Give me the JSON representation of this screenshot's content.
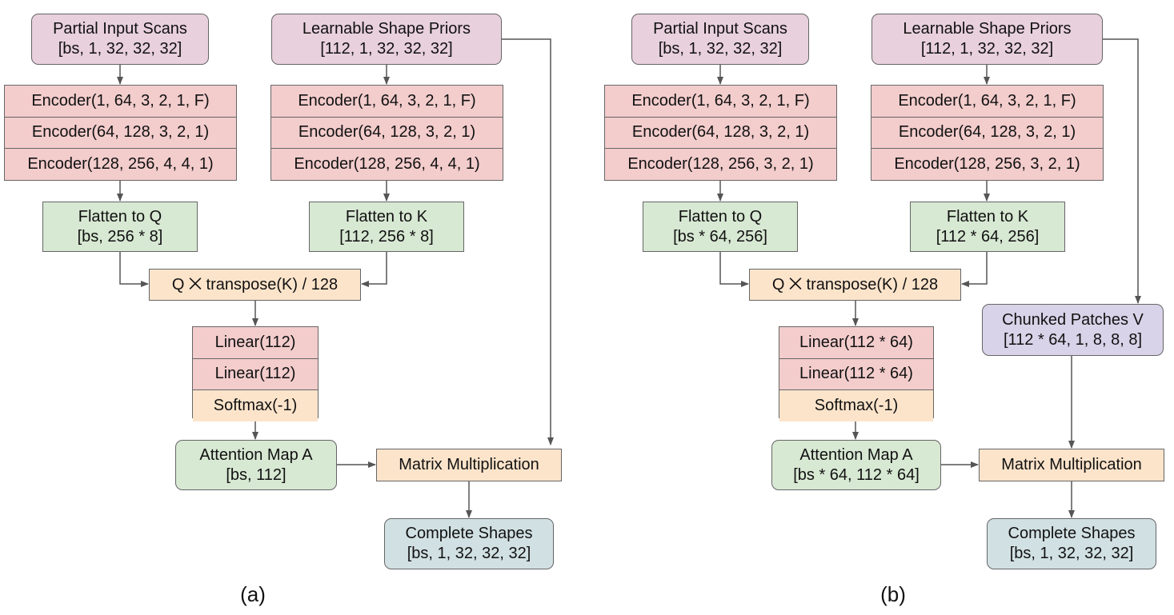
{
  "a": {
    "input": {
      "title": "Partial Input Scans",
      "shape": "[bs, 1, 32, 32, 32]"
    },
    "priors": {
      "title": "Learnable Shape Priors",
      "shape": "[112, 1, 32, 32, 32]"
    },
    "enc_q": [
      "Encoder(1, 64, 3, 2, 1, F)",
      "Encoder(64, 128, 3, 2, 1)",
      "Encoder(128, 256, 4, 4, 1)"
    ],
    "enc_k": [
      "Encoder(1, 64, 3, 2, 1, F)",
      "Encoder(64, 128, 3, 2, 1)",
      "Encoder(128, 256, 4, 4, 1)"
    ],
    "flat_q": {
      "title": "Flatten to Q",
      "shape": "[bs, 256 * 8]"
    },
    "flat_k": {
      "title": "Flatten to K",
      "shape": "[112, 256 * 8]"
    },
    "qk": "Q ⨉ transpose(K) / 128",
    "mlp": [
      "Linear(112)",
      "Linear(112)",
      "Softmax(-1)"
    ],
    "attn": {
      "title": "Attention Map A",
      "shape": "[bs, 112]"
    },
    "matmul": "Matrix Multiplication",
    "out": {
      "title": "Complete Shapes",
      "shape": "[bs, 1, 32, 32, 32]"
    },
    "caption": "(a)"
  },
  "b": {
    "input": {
      "title": "Partial Input Scans",
      "shape": "[bs, 1, 32, 32, 32]"
    },
    "priors": {
      "title": "Learnable Shape Priors",
      "shape": "[112, 1, 32, 32, 32]"
    },
    "enc_q": [
      "Encoder(1, 64, 3, 2, 1, F)",
      "Encoder(64, 128, 3, 2, 1)",
      "Encoder(128, 256, 3, 2, 1)"
    ],
    "enc_k": [
      "Encoder(1, 64, 3, 2, 1, F)",
      "Encoder(64, 128, 3, 2, 1)",
      "Encoder(128, 256, 3, 2, 1)"
    ],
    "flat_q": {
      "title": "Flatten to Q",
      "shape": "[bs * 64, 256]"
    },
    "flat_k": {
      "title": "Flatten to K",
      "shape": "[112 * 64, 256]"
    },
    "qk": "Q ⨉ transpose(K) / 128",
    "patches": {
      "title": "Chunked Patches V",
      "shape": "[112 * 64, 1, 8, 8, 8]"
    },
    "mlp": [
      "Linear(112 * 64)",
      "Linear(112 * 64)",
      "Softmax(-1)"
    ],
    "attn": {
      "title": "Attention Map A",
      "shape": "[bs * 64, 112 * 64]"
    },
    "matmul": "Matrix Multiplication",
    "out": {
      "title": "Complete Shapes",
      "shape": "[bs, 1, 32, 32, 32]"
    },
    "caption": "(b)"
  }
}
